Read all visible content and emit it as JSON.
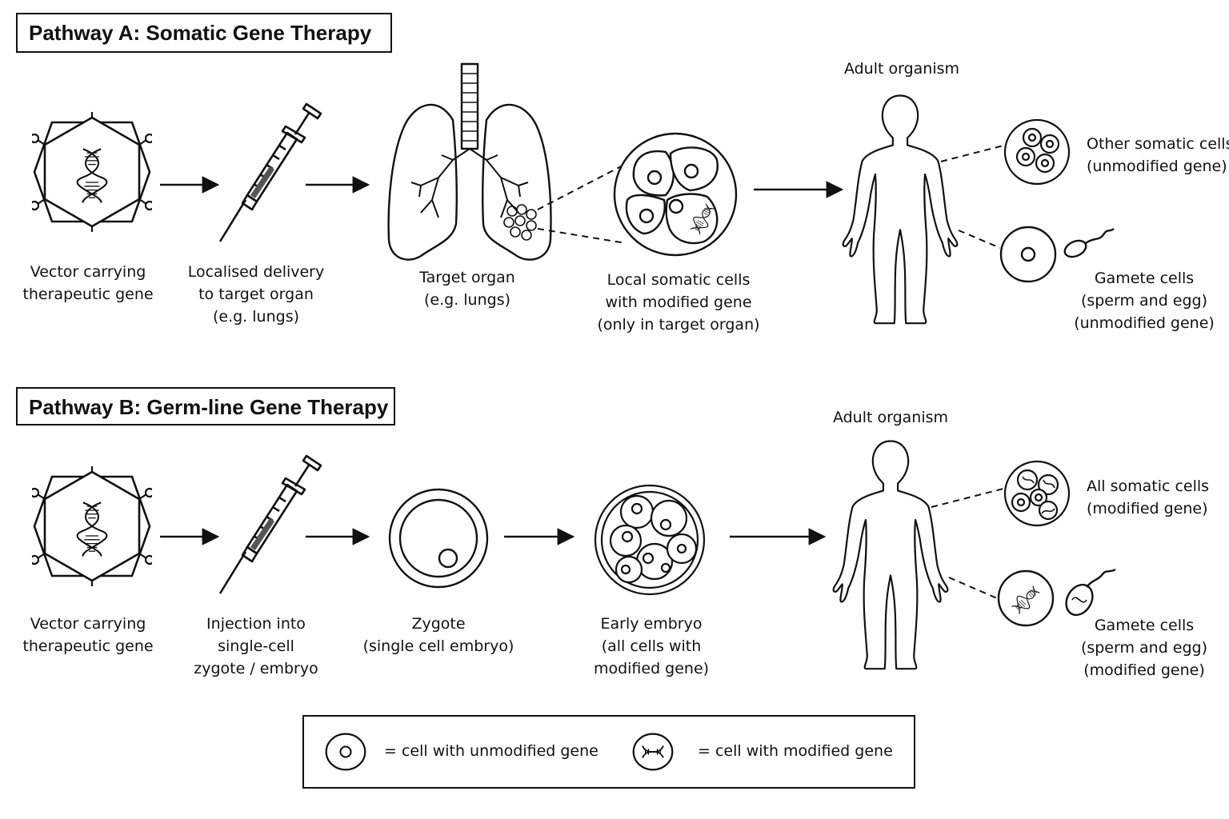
{
  "pathway_a": {
    "title": "Pathway A: Somatic Gene Therapy",
    "steps": [
      {
        "lines": [
          "Vector carrying",
          "therapeutic gene"
        ]
      },
      {
        "lines": [
          "Localised delivery",
          "to target organ",
          "(e.g. lungs)"
        ]
      },
      {
        "lines": [
          "Target organ",
          "(e.g. lungs)"
        ]
      },
      {
        "lines": [
          "Local somatic cells",
          "with modified gene",
          "(only in target organ)"
        ]
      }
    ],
    "organism_label": "Adult organism",
    "outcomes": [
      {
        "lines": [
          "Other somatic cells",
          "(unmodified gene)"
        ]
      },
      {
        "lines": [
          "Gamete cells",
          "(sperm and egg)",
          "(unmodified gene)"
        ]
      }
    ]
  },
  "pathway_b": {
    "title": "Pathway B: Germ-line Gene Therapy",
    "steps": [
      {
        "lines": [
          "Vector carrying",
          "therapeutic gene"
        ]
      },
      {
        "lines": [
          "Injection into",
          "single-cell",
          "zygote / embryo"
        ]
      },
      {
        "lines": [
          "Zygote",
          "(single cell embryo)"
        ]
      },
      {
        "lines": [
          "Early embryo",
          "(all cells with",
          "modified gene)"
        ]
      }
    ],
    "organism_label": "Adult organism",
    "outcomes": [
      {
        "lines": [
          "All somatic cells",
          "(modified gene)"
        ]
      },
      {
        "lines": [
          "Gamete cells",
          "(sperm and egg)",
          "(modified gene)"
        ]
      }
    ]
  },
  "legend": {
    "unmodified": "= cell with unmodified gene",
    "modified": "= cell with modified gene"
  }
}
